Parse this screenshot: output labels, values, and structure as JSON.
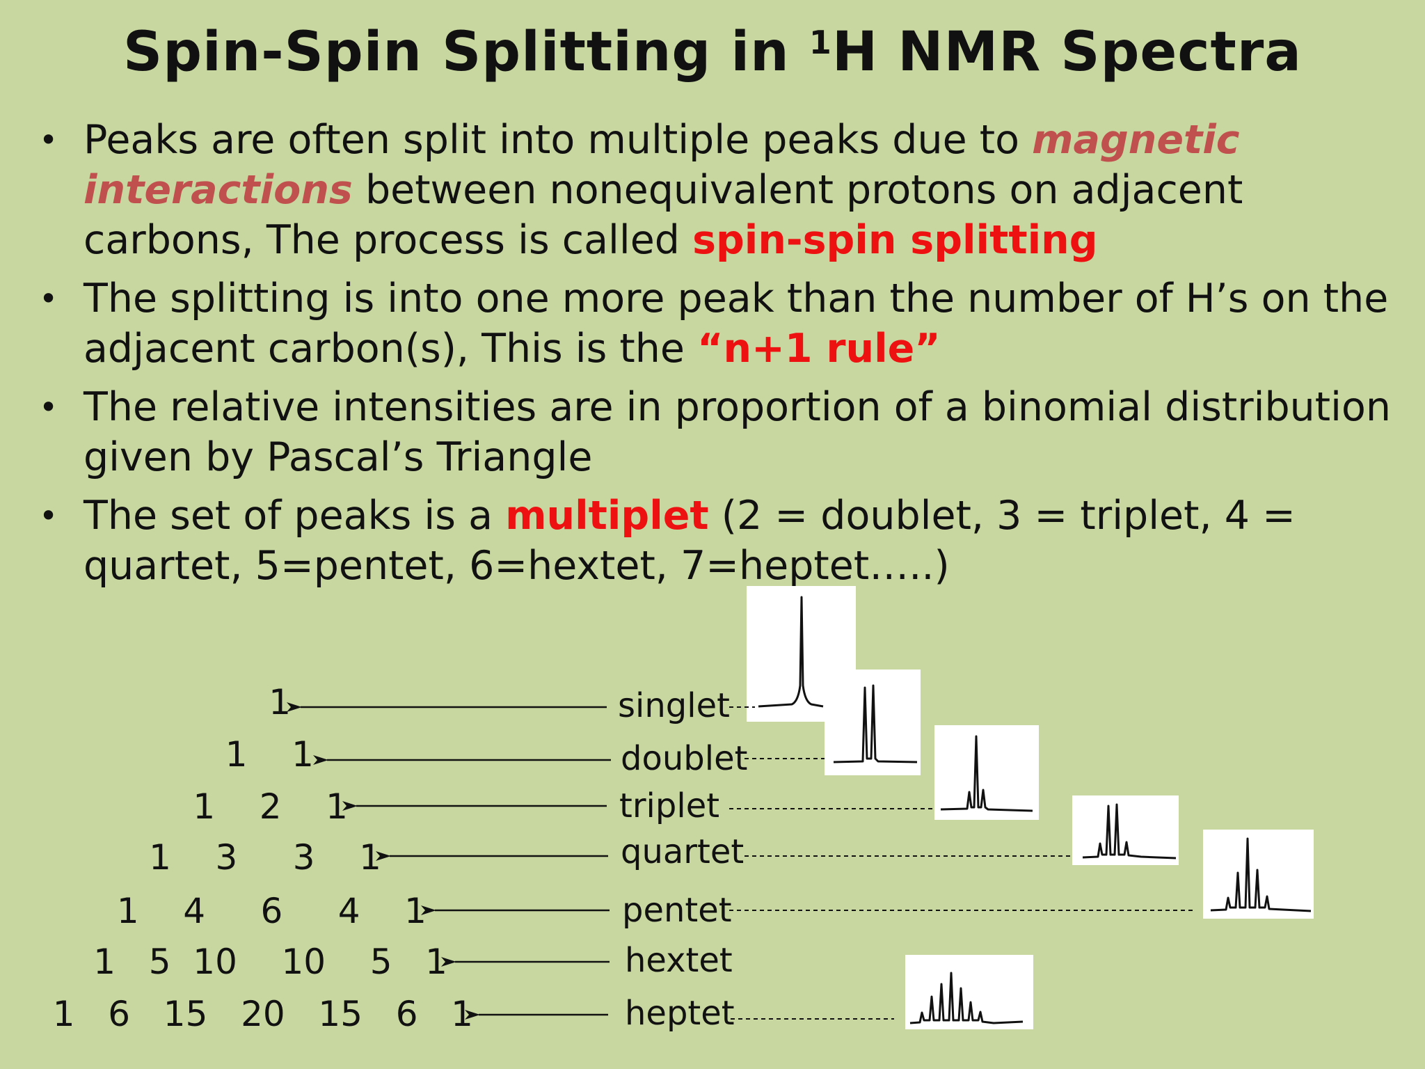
{
  "title": {
    "pre": "Spin-Spin Splitting in ",
    "sup": "1",
    "post": "H NMR Spectra"
  },
  "bullets": [
    {
      "t1": "Peaks are often split into multiple peaks due to ",
      "hl1": "magnetic interactions",
      "t2": " between nonequivalent protons on adjacent carbons, The process is called ",
      "hl2": "spin-spin splitting",
      "t3": ""
    },
    {
      "t1": "The splitting is into one more peak than the number of H’s on the adjacent carbon(s),  This is the ",
      "hl1": "“n+1  rule”",
      "t2": ""
    },
    {
      "t1": "The relative intensities are in proportion of a binomial distribution given by Pascal’s Triangle"
    },
    {
      "t1": "The set of peaks is a ",
      "hl1": "multiplet",
      "t2": " (2 = doublet, 3 = triplet, 4 = quartet, 5=pentet, 6=hextet, 7=heptet…..)"
    }
  ],
  "pascal_rows": [
    "1",
    "1    1",
    "1    2    1",
    "1    3     3    1",
    "1    4     6     4    1",
    "1   5  10    10    5   1",
    "1   6   15   20   15   6   1"
  ],
  "multiplets": [
    "singlet",
    "doublet",
    "triplet",
    "quartet",
    "pentet",
    "hextet",
    "heptet"
  ],
  "colors": {
    "background": "#c8d7a0",
    "highlight_italic": "#c0504d",
    "highlight_red": "#ee1111"
  }
}
